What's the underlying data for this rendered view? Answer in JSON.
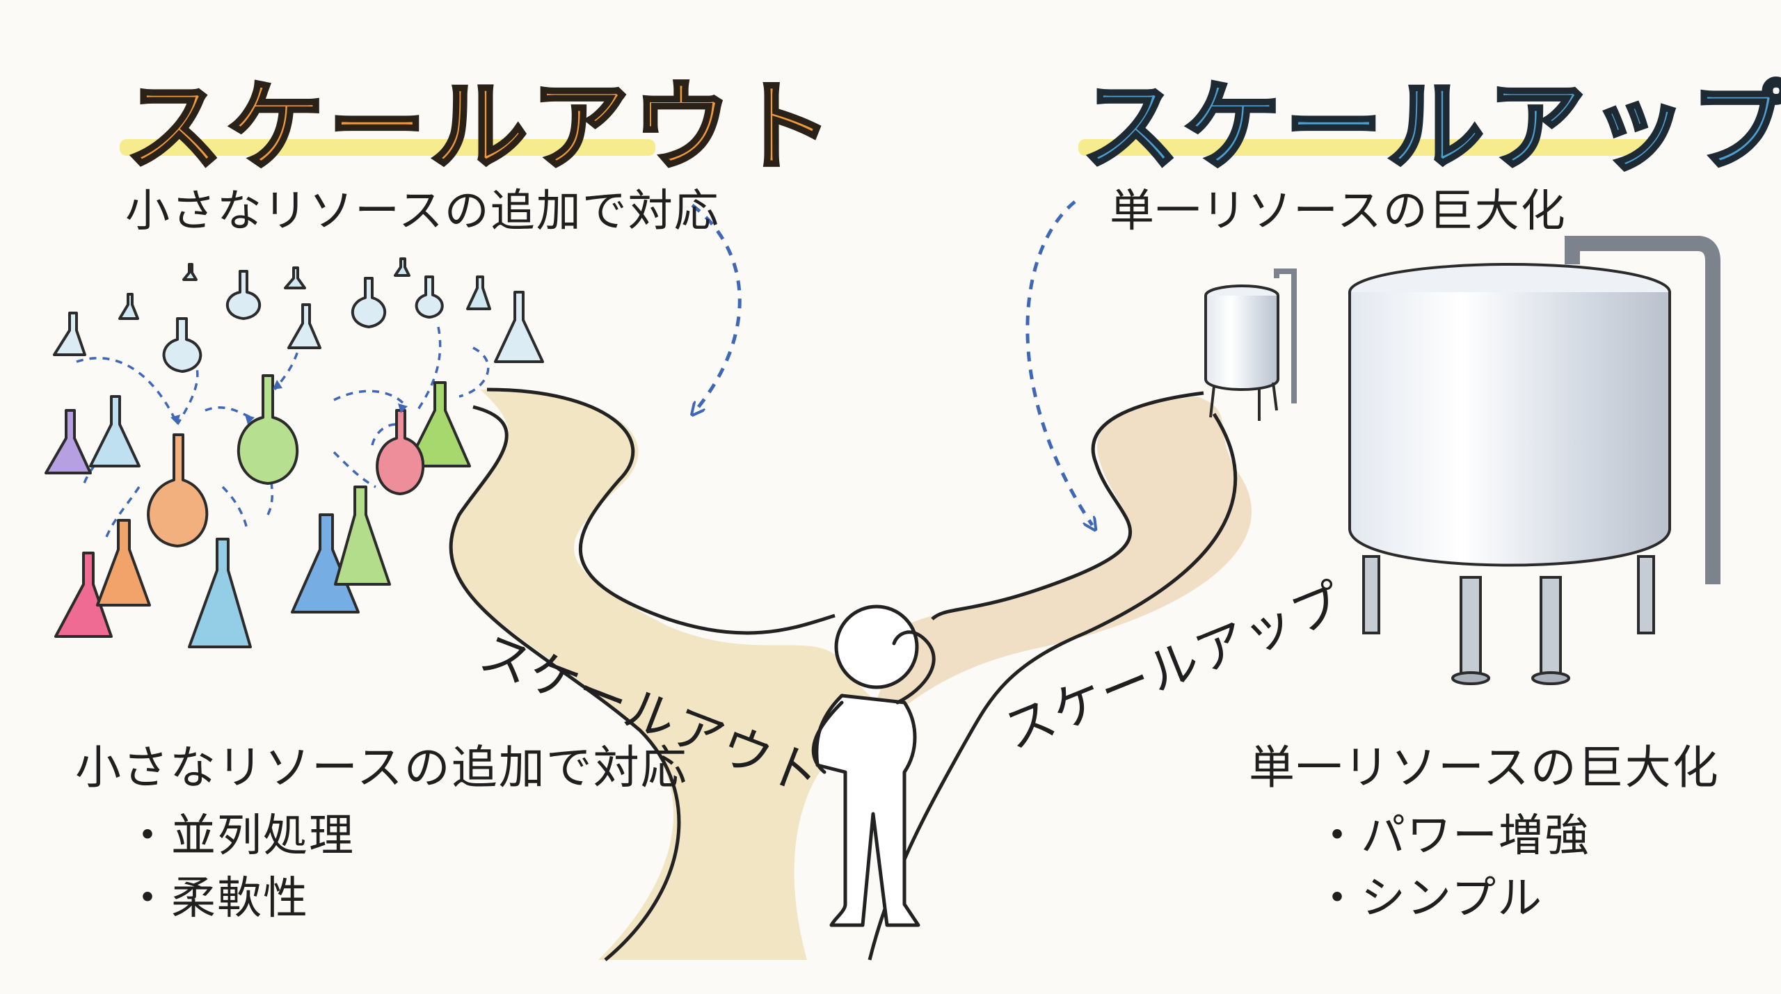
{
  "scale_out": {
    "title": "スケールアウト",
    "subtitle": "小さなリソースの追加で対応",
    "road_label": "スケールアウト",
    "list_heading": "小さなリソースの追加で対応",
    "bullets": [
      "・並列処理",
      "・柔軟性"
    ],
    "accent_color": "#ef9a3a"
  },
  "scale_up": {
    "title": "スケールアップ",
    "subtitle": "単一リソースの巨大化",
    "road_label": "スケールアップ",
    "list_heading": "単一リソースの巨大化",
    "bullets": [
      "・パワー増強",
      "・シンプル"
    ],
    "accent_color": "#4d9fcf"
  },
  "highlight_color": "#f4e77a",
  "illustrations": {
    "left": "flasks-network-icon",
    "right": "steel-tanks-icon",
    "center": "thinking-person-icon",
    "paths": "forked-road-icon"
  }
}
